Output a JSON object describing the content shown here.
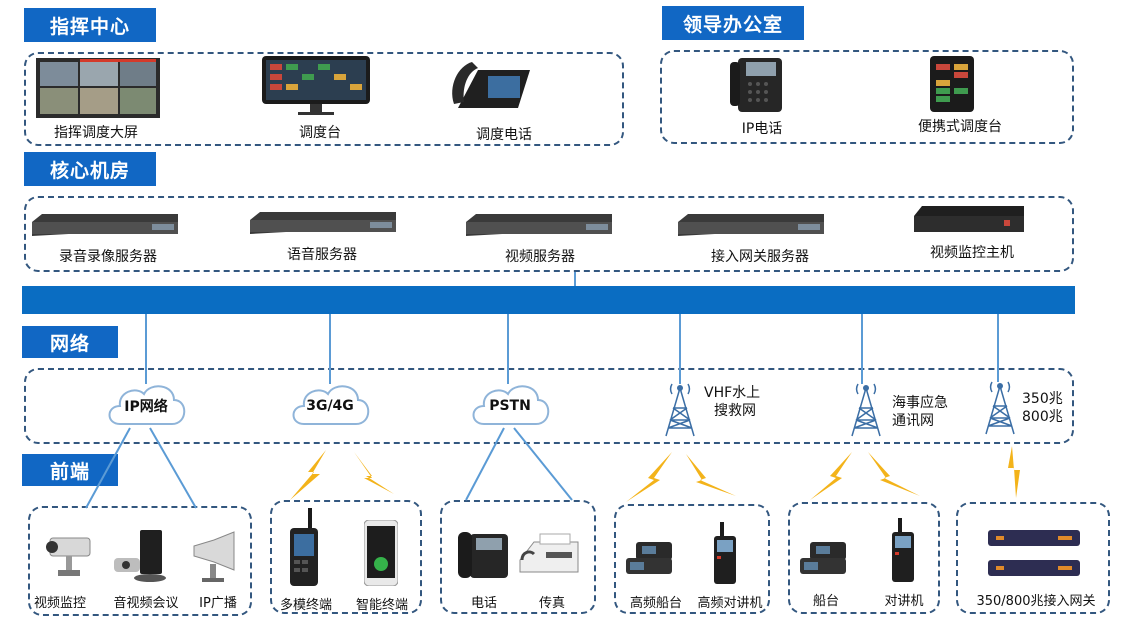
{
  "sections": {
    "command_center": "指挥中心",
    "leader_office": "领导办公室",
    "core_room": "核心机房",
    "network": "网络",
    "frontend": "前端"
  },
  "command_center_items": [
    "指挥调度大屏",
    "调度台",
    "调度电话"
  ],
  "leader_office_items": [
    "IP电话",
    "便携式调度台"
  ],
  "core_room_items": [
    "录音录像服务器",
    "语音服务器",
    "视频服务器",
    "接入网关服务器",
    "视频监控主机"
  ],
  "network_nodes": {
    "ip": "IP网络",
    "mobile": "3G/4G",
    "pstn": "PSTN",
    "vhf_line1": "VHF水上",
    "vhf_line2": "搜救网",
    "maritime_line1": "海事应急",
    "maritime_line2": "通讯网",
    "trunk_line1": "350兆",
    "trunk_line2": "800兆"
  },
  "frontend_groups": {
    "ip_group": [
      "视频监控",
      "音视频会议",
      "IP广播"
    ],
    "mobile_group": [
      "多模终端",
      "智能终端"
    ],
    "pstn_group": [
      "电话",
      "传真"
    ],
    "vhf_group": [
      "高频船台",
      "高频对讲机"
    ],
    "maritime_group": [
      "船台",
      "对讲机"
    ],
    "trunk_group": [
      "350/800兆接入网关"
    ]
  },
  "colors": {
    "header_bg": "#1167c4",
    "bus": "#0a6dc2",
    "dashed_border": "#33577f",
    "link_line": "#5b9bd5",
    "lightning": "#f3b31a"
  }
}
